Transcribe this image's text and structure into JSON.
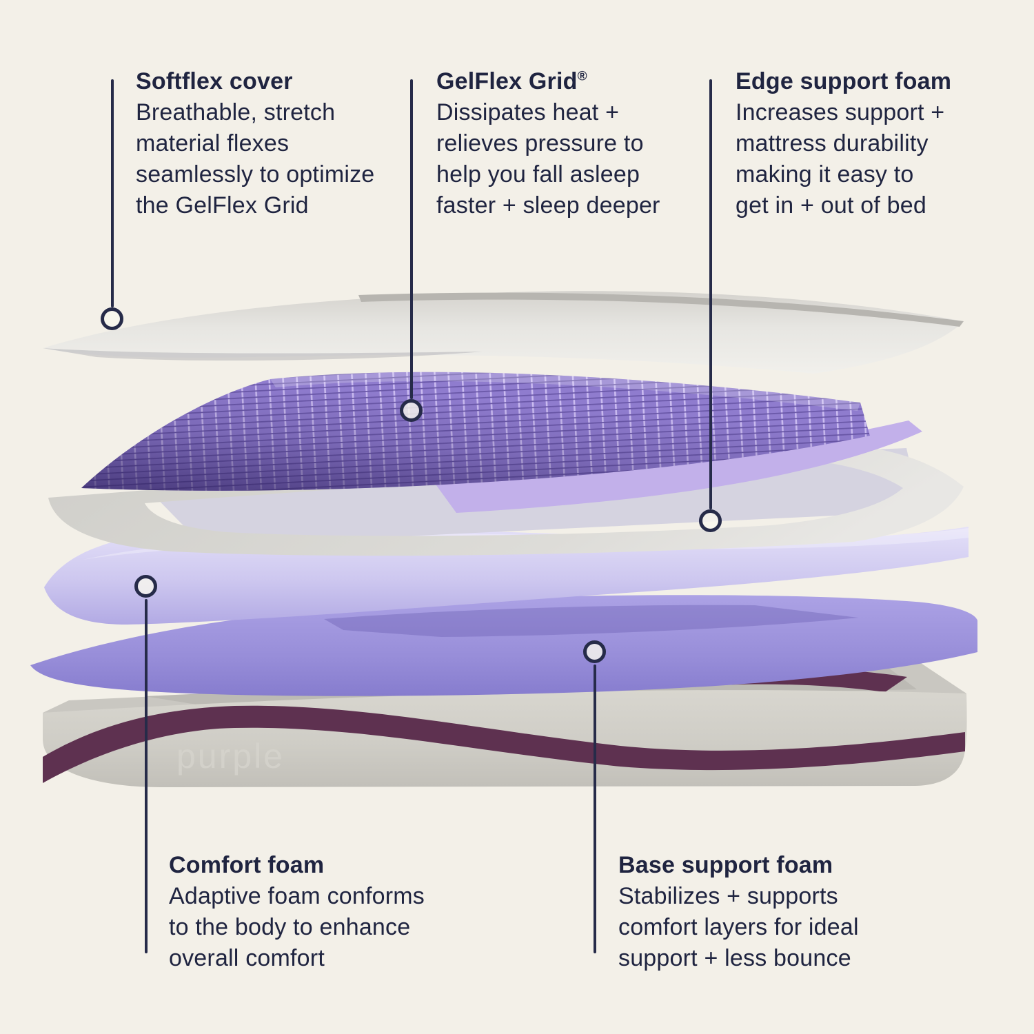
{
  "brand": {
    "logo_text": "purple"
  },
  "callouts": [
    {
      "id": "softflex-cover",
      "title": "Softflex cover",
      "body": "Breathable, stretch\nmaterial flexes\nseamlessly to optimize\nthe GelFlex Grid"
    },
    {
      "id": "gelflex-grid",
      "title": "GelFlex Grid",
      "mark": "®",
      "body": "Dissipates heat +\nrelieves pressure to\nhelp you fall asleep\nfaster + sleep deeper"
    },
    {
      "id": "edge-support-foam",
      "title": "Edge support foam",
      "body": "Increases support +\nmattress durability\nmaking it easy to\nget in + out of bed"
    },
    {
      "id": "comfort-foam",
      "title": "Comfort foam",
      "body": "Adaptive foam conforms\nto the body to enhance\noverall comfort"
    },
    {
      "id": "base-support-foam",
      "title": "Base support foam",
      "body": "Stabilizes + supports\ncomfort layers for ideal\nsupport + less bounce"
    }
  ],
  "colors": {
    "background": "#f3f0e8",
    "text_navy": "#1f2440",
    "leader_navy": "#262b49",
    "grid_purple": "#8f7cce",
    "grid_light_line": "#cabbf0",
    "grid_shadow": "#2a1d55",
    "lavender_edge": "#c2b0ea",
    "comfort_foam": "#cfc9f0",
    "base_support_foam": "#998fd9",
    "frame_gray": "#d9d8d4",
    "cover_white": "#ebeae6",
    "base_gray": "#cfcdc6",
    "plum_wave": "#5e3150"
  }
}
